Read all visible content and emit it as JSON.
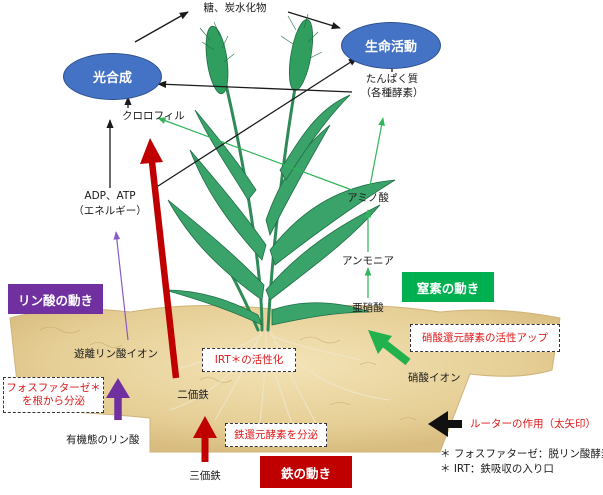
{
  "labels": {
    "sugar": "糖、炭水化物",
    "photosynthesis": "光合成",
    "life_activity": "生命活動",
    "protein": "たんぱく質",
    "enzymes": "（各種酵素）",
    "chlorophyll": "クロロフィル",
    "adp_atp": "ADP、ATP",
    "energy": "（エネルギー）",
    "amino_acid": "アミノ酸",
    "ammonia": "アンモニア",
    "nitrite": "亜硝酸",
    "nitrate_ion": "硝酸イオン",
    "free_phosphate_ion": "遊離リン酸イオン",
    "organic_phosphate": "有機態のリン酸",
    "ferrous_iron": "二価鉄",
    "ferric_iron": "三価鉄"
  },
  "badges": {
    "phosphate": "リン酸の動き",
    "nitrogen": "窒素の動き",
    "iron": "鉄の動き"
  },
  "callouts": {
    "irt": "IRT＊の活性化",
    "iron_reductase": "鉄還元酵素を分泌",
    "nitrate_reductase": "硝酸還元酵素の活性アップ",
    "phosphatase_line1": "フォスファターゼ＊",
    "phosphatase_line2": "を根から分泌"
  },
  "legend": {
    "router_action": "ルーターの作用（太矢印）",
    "note_phosphatase": "＊ フォスファターゼ：脱リン酸酵素",
    "note_irt": "＊ IRT：鉄吸収の入り口"
  },
  "colors": {
    "oval_blue": "#4472c4",
    "phosphate_purple": "#7030a0",
    "nitrogen_green": "#00b050",
    "iron_red": "#c00000",
    "callout_red": "#e01818",
    "soil_tan": "#e8d4a0",
    "plant_green": "#2e8b57"
  }
}
